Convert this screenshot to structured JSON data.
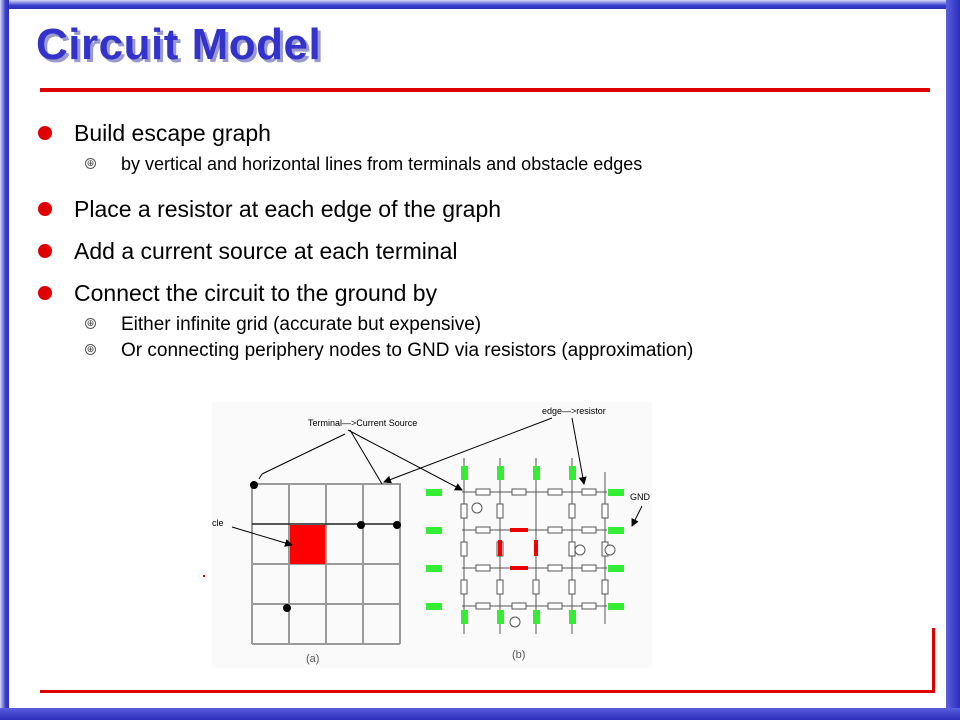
{
  "slide": {
    "title": "Circuit Model",
    "bullets": [
      {
        "text": "Build escape graph",
        "subs": [
          "by vertical and horizontal lines from terminals and obstacle edges"
        ]
      },
      {
        "text": "Place a resistor at each edge of the graph",
        "subs": []
      },
      {
        "text": "Add a current source at each terminal",
        "subs": []
      },
      {
        "text": "Connect the circuit to the ground by",
        "subs": [
          "Either infinite grid (accurate but expensive)",
          "Or connecting periphery nodes to GND via resistors (approximation)"
        ]
      }
    ]
  },
  "figure": {
    "label_terminal": "Terminal—>Current Source",
    "label_edge": "edge—>resistor",
    "label_gnd": "GND",
    "label_obstacle": "obstacle",
    "caption_a": "(a)",
    "caption_b": "(b)"
  },
  "colors": {
    "title": "#3333cc",
    "accent_rule": "#dd0000",
    "bullet": "#e00000",
    "frame": "#2a2fb8",
    "obstacle": "#ff0000",
    "ground_resistor": "#33ee33"
  }
}
